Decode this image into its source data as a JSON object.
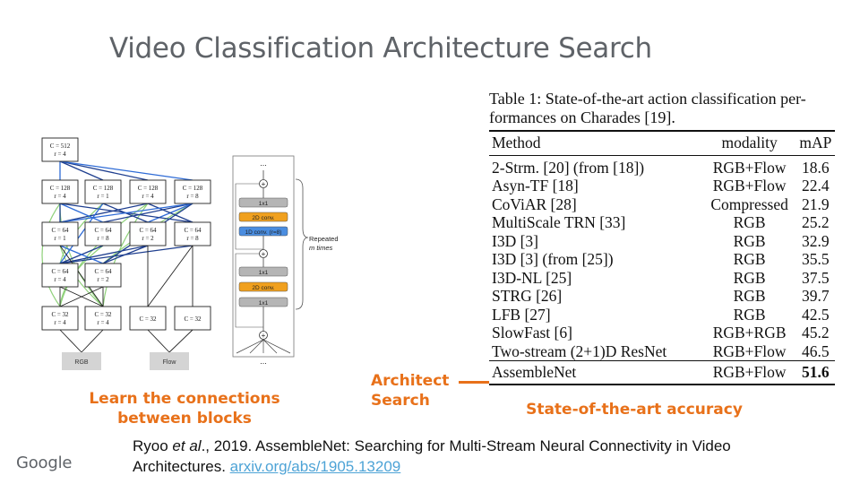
{
  "slide": {
    "title": "Video Classification Architecture Search",
    "footer_logo": "Google"
  },
  "figure": {
    "nodes": [
      {
        "id": "n512",
        "line1": "C = 512",
        "line2": "r = 4"
      },
      {
        "id": "a1",
        "line1": "C = 128",
        "line2": "r = 4"
      },
      {
        "id": "a2",
        "line1": "C = 128",
        "line2": "r = 1"
      },
      {
        "id": "a3",
        "line1": "C = 128",
        "line2": "r = 4"
      },
      {
        "id": "a4",
        "line1": "C = 128",
        "line2": "r = 8"
      },
      {
        "id": "b1",
        "line1": "C = 64",
        "line2": "r = 1"
      },
      {
        "id": "b2",
        "line1": "C = 64",
        "line2": "r = 8"
      },
      {
        "id": "b3",
        "line1": "C = 64",
        "line2": "r = 2"
      },
      {
        "id": "b4",
        "line1": "C = 64",
        "line2": "r = 8"
      },
      {
        "id": "c1",
        "line1": "C = 64",
        "line2": "r = 4"
      },
      {
        "id": "c2",
        "line1": "C = 64",
        "line2": "r = 2"
      },
      {
        "id": "d1",
        "line1": "C = 32",
        "line2": "r = 4"
      },
      {
        "id": "d2",
        "line1": "C = 32",
        "line2": "r = 4"
      },
      {
        "id": "d3",
        "line1": "C = 32",
        "line2": ""
      },
      {
        "id": "d4",
        "line1": "C = 32",
        "line2": ""
      }
    ],
    "inputs": [
      "RGB",
      "Flow"
    ],
    "block": {
      "top_dots": "...",
      "bottom_dots": "...",
      "layers": [
        "1x1",
        "2D conv.",
        "1D conv. (r=8)",
        "1x1",
        "2D conv.",
        "1x1"
      ],
      "repeat_label_1": "Repeated",
      "repeat_label_2": "m times"
    },
    "caption_line1": "Learn the connections",
    "caption_line2": "between blocks",
    "colors": {
      "dark_blue": "#1f3f8f",
      "mid_blue": "#2e6bd6",
      "green": "#8fd17a",
      "orange_block": "#f0a01e",
      "blue_block": "#4a8de0",
      "gray_block": "#b5b5b5"
    }
  },
  "table": {
    "caption_line1": "Table 1: State-of-the-art action classification per-",
    "caption_line2": "formances on Charades [19].",
    "headers": {
      "method": "Method",
      "modality": "modality",
      "map": "mAP"
    },
    "rows": [
      {
        "method": "2-Strm. [20] (from [18])",
        "modality": "RGB+Flow",
        "map": "18.6"
      },
      {
        "method": "Asyn-TF [18]",
        "modality": "RGB+Flow",
        "map": "22.4"
      },
      {
        "method": "CoViAR [28]",
        "modality": "Compressed",
        "map": "21.9"
      },
      {
        "method": "MultiScale TRN [33]",
        "modality": "RGB",
        "map": "25.2"
      },
      {
        "method": "I3D [3]",
        "modality": "RGB",
        "map": "32.9"
      },
      {
        "method": "I3D [3] (from [25])",
        "modality": "RGB",
        "map": "35.5"
      },
      {
        "method": "I3D-NL [25]",
        "modality": "RGB",
        "map": "37.5"
      },
      {
        "method": "STRG [26]",
        "modality": "RGB",
        "map": "39.7"
      },
      {
        "method": "LFB [27]",
        "modality": "RGB",
        "map": "42.5"
      },
      {
        "method": "SlowFast [6]",
        "modality": "RGB+RGB",
        "map": "45.2"
      },
      {
        "method": "Two-stream (2+1)D ResNet",
        "modality": "RGB+Flow",
        "map": "46.5"
      }
    ],
    "highlight_row": {
      "method": "AssembleNet",
      "modality": "RGB+Flow",
      "map": "51.6"
    },
    "caption_below": "State-of-the-art accuracy"
  },
  "annotation": {
    "line1": "Architect",
    "line2": "Search",
    "color": "#e8711a"
  },
  "citation": {
    "authors": "Ryoo ",
    "et_al": "et al",
    "rest_line1": "., 2019. AssembleNet: Searching for Multi-Stream Neural Connectivity in Video",
    "rest_line2": "Architectures. ",
    "link_text": "arxiv.org/abs/1905.13209"
  }
}
